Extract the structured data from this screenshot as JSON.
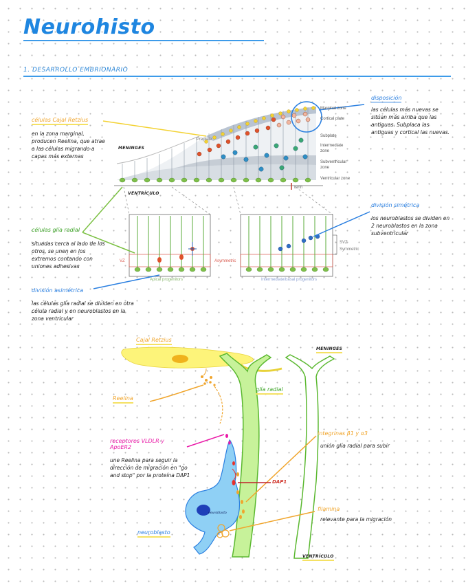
{
  "header": {
    "title": "Neurohisto",
    "section": "1. DESARROLLO EMBRIONARIO"
  },
  "figure1": {
    "zones": [
      "Marginal zone",
      "Cortical plate",
      "Subplate",
      "Intermediate zone",
      "Subventricular zone",
      "Ventricular zone"
    ],
    "preplate": "Preplate",
    "birth": "Birth",
    "meninges": "MENINGES",
    "ventriculo": "VENTRÍCULO",
    "vz": "VZ",
    "svz": "SVZ",
    "symmetric": "Symmetric",
    "asymmetric": "Asymmetric",
    "apical": "Apical progenitors",
    "basal": "Intermediate/basal progenitors"
  },
  "notes": {
    "cajal_label": "células Cajal Retzius",
    "cajal_text": "en la zona marginal, producen Reelina, que atrae a las células migrando a capas más externas",
    "disposicion_label": "disposición",
    "disposicion_text": "las células más nuevas se sitúan más arriba que las antiguas. Subplaca las antiguas y cortical las nuevas.",
    "glia_label": "células glía radial",
    "glia_text": "situadas cerca al lado de los otros, se unen en los extremos contando con uniones adhesivas",
    "asim_label": "división asimétrica",
    "asim_text": "las células glía radial se dividen en otra célula radial y en neuroblastos en la zona ventricular",
    "sim_label": "división simétrica",
    "sim_text": "los neuroblastos se dividen en 2 neuroblastos en la zona subventricular"
  },
  "figure2": {
    "cajal_label": "Cajal Retzius",
    "meninges": "MENINGES",
    "reelina_label": "Reelina",
    "glia_label": "glía radial",
    "vldlr_label": "receptores VLDLR y ApoER2",
    "vldlr_text": "une Reelina para seguir la dirección de migración en \"go and stop\" por la proteína DAP1",
    "integrinas_label": "integrinas β1 y α3",
    "integrinas_text": "unión glía radial para subir",
    "dap1": "DAP1",
    "filamina_label": "filamina",
    "filamina_text": "relevante para la migración",
    "neuroblasto_label": "neuroblasto",
    "neuroblasto_inner": "neuroblasto",
    "ventriculo": "VENTRÍCULO"
  }
}
